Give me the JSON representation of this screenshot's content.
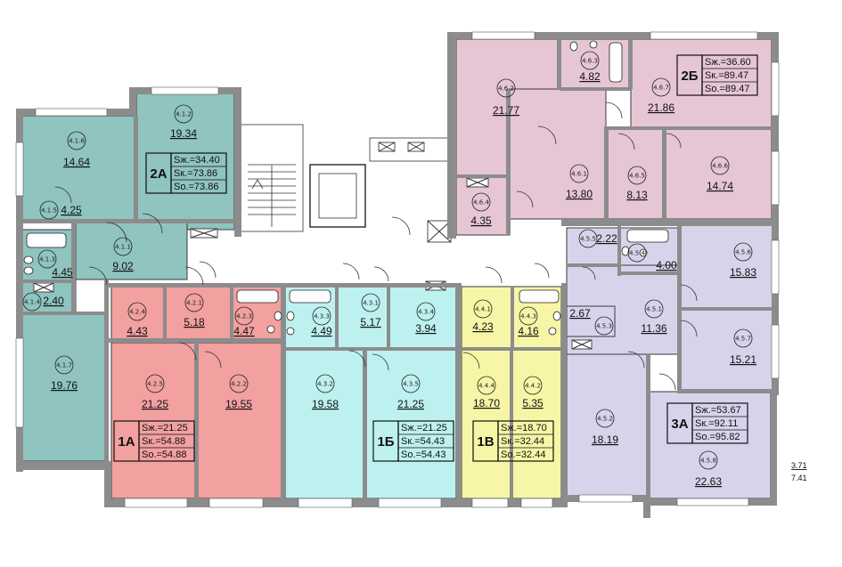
{
  "colors": {
    "teal": "#8fc4c0",
    "pink": "#f2a0a0",
    "cyan": "#bdf1f0",
    "yellow": "#f7f6a6",
    "lavender": "#d6d4eb",
    "mauve": "#e6c6d4",
    "core": "#ffffff",
    "wall": "#8c8c8c"
  },
  "rooms": [
    {
      "id": "4.1.1",
      "area": "9.02",
      "apt": "2A"
    },
    {
      "id": "4.1.2",
      "area": "19.34",
      "apt": "2A"
    },
    {
      "id": "4.1.3",
      "area": "4.45",
      "apt": "2A"
    },
    {
      "id": "4.1.4",
      "area": "2.40",
      "apt": "2A"
    },
    {
      "id": "4.1.5",
      "area": "4.25",
      "apt": "2A"
    },
    {
      "id": "4.1.6",
      "area": "14.64",
      "apt": "2A"
    },
    {
      "id": "4.1.7",
      "area": "19.76",
      "apt": "2A"
    },
    {
      "id": "4.2.1",
      "area": "5.18",
      "apt": "1A"
    },
    {
      "id": "4.2.2",
      "area": "19.55",
      "apt": "1A"
    },
    {
      "id": "4.2.3",
      "area": "4.47",
      "apt": "1A"
    },
    {
      "id": "4.2.4",
      "area": "4.43",
      "apt": "1A"
    },
    {
      "id": "4.2.5",
      "area": "21.25",
      "apt": "1A"
    },
    {
      "id": "4.3.1",
      "area": "5.17",
      "apt": "1Б"
    },
    {
      "id": "4.3.2",
      "area": "19.58",
      "apt": "1Б"
    },
    {
      "id": "4.3.3",
      "area": "4.49",
      "apt": "1Б"
    },
    {
      "id": "4.3.4",
      "area": "3.94",
      "apt": "1Б"
    },
    {
      "id": "4.3.5",
      "area": "21.25",
      "apt": "1Б"
    },
    {
      "id": "4.4.1",
      "area": "4.23",
      "apt": "1В"
    },
    {
      "id": "4.4.2",
      "area": "5.35",
      "apt": "1В"
    },
    {
      "id": "4.4.3",
      "area": "4.16",
      "apt": "1В"
    },
    {
      "id": "4.4.4",
      "area": "18.70",
      "apt": "1В"
    },
    {
      "id": "4.5.1",
      "area": "11.36",
      "apt": "3A"
    },
    {
      "id": "4.5.2",
      "area": "18.19",
      "apt": "3A"
    },
    {
      "id": "4.5.3",
      "area": "2.67",
      "apt": "3A"
    },
    {
      "id": "4.5.4",
      "area": "4.00",
      "apt": "3A"
    },
    {
      "id": "4.5.5",
      "area": "2.22",
      "apt": "3A"
    },
    {
      "id": "4.5.6",
      "area": "15.83",
      "apt": "3A"
    },
    {
      "id": "4.5.7",
      "area": "15.21",
      "apt": "3A"
    },
    {
      "id": "4.5.8",
      "area": "22.63",
      "apt": "3A"
    },
    {
      "id": "4.6.1",
      "area": "13.80",
      "apt": "2Б"
    },
    {
      "id": "4.6.2",
      "area": "21.77",
      "apt": "2Б"
    },
    {
      "id": "4.6.3",
      "area": "4.82",
      "apt": "2Б"
    },
    {
      "id": "4.6.4",
      "area": "4.35",
      "apt": "2Б"
    },
    {
      "id": "4.6.5",
      "area": "8.13",
      "apt": "2Б"
    },
    {
      "id": "4.6.6",
      "area": "14.74",
      "apt": "2Б"
    },
    {
      "id": "4.6.7",
      "area": "21.86",
      "apt": "2Б"
    }
  ],
  "apartments": [
    {
      "code": "2А",
      "sz": "Sж.=34.40",
      "sk": "Sк.=73.86",
      "so": "Sо.=73.86"
    },
    {
      "code": "2Б",
      "sz": "Sж.=36.60",
      "sk": "Sк.=89.47",
      "so": "Sо.=89.47"
    },
    {
      "code": "1А",
      "sz": "Sж.=21.25",
      "sk": "Sк.=54.88",
      "so": "Sо.=54.88"
    },
    {
      "code": "1Б",
      "sz": "Sж.=21.25",
      "sk": "Sк.=54.43",
      "so": "Sо.=54.43"
    },
    {
      "code": "1В",
      "sz": "Sж.=18.70",
      "sk": "Sк.=32.44",
      "so": "Sо.=32.44"
    },
    {
      "code": "3А",
      "sz": "Sж.=53.67",
      "sk": "Sк.=92.11",
      "so": "Sо.=95.82"
    }
  ],
  "balcony": {
    "a": "3.71",
    "b": "7.41"
  }
}
